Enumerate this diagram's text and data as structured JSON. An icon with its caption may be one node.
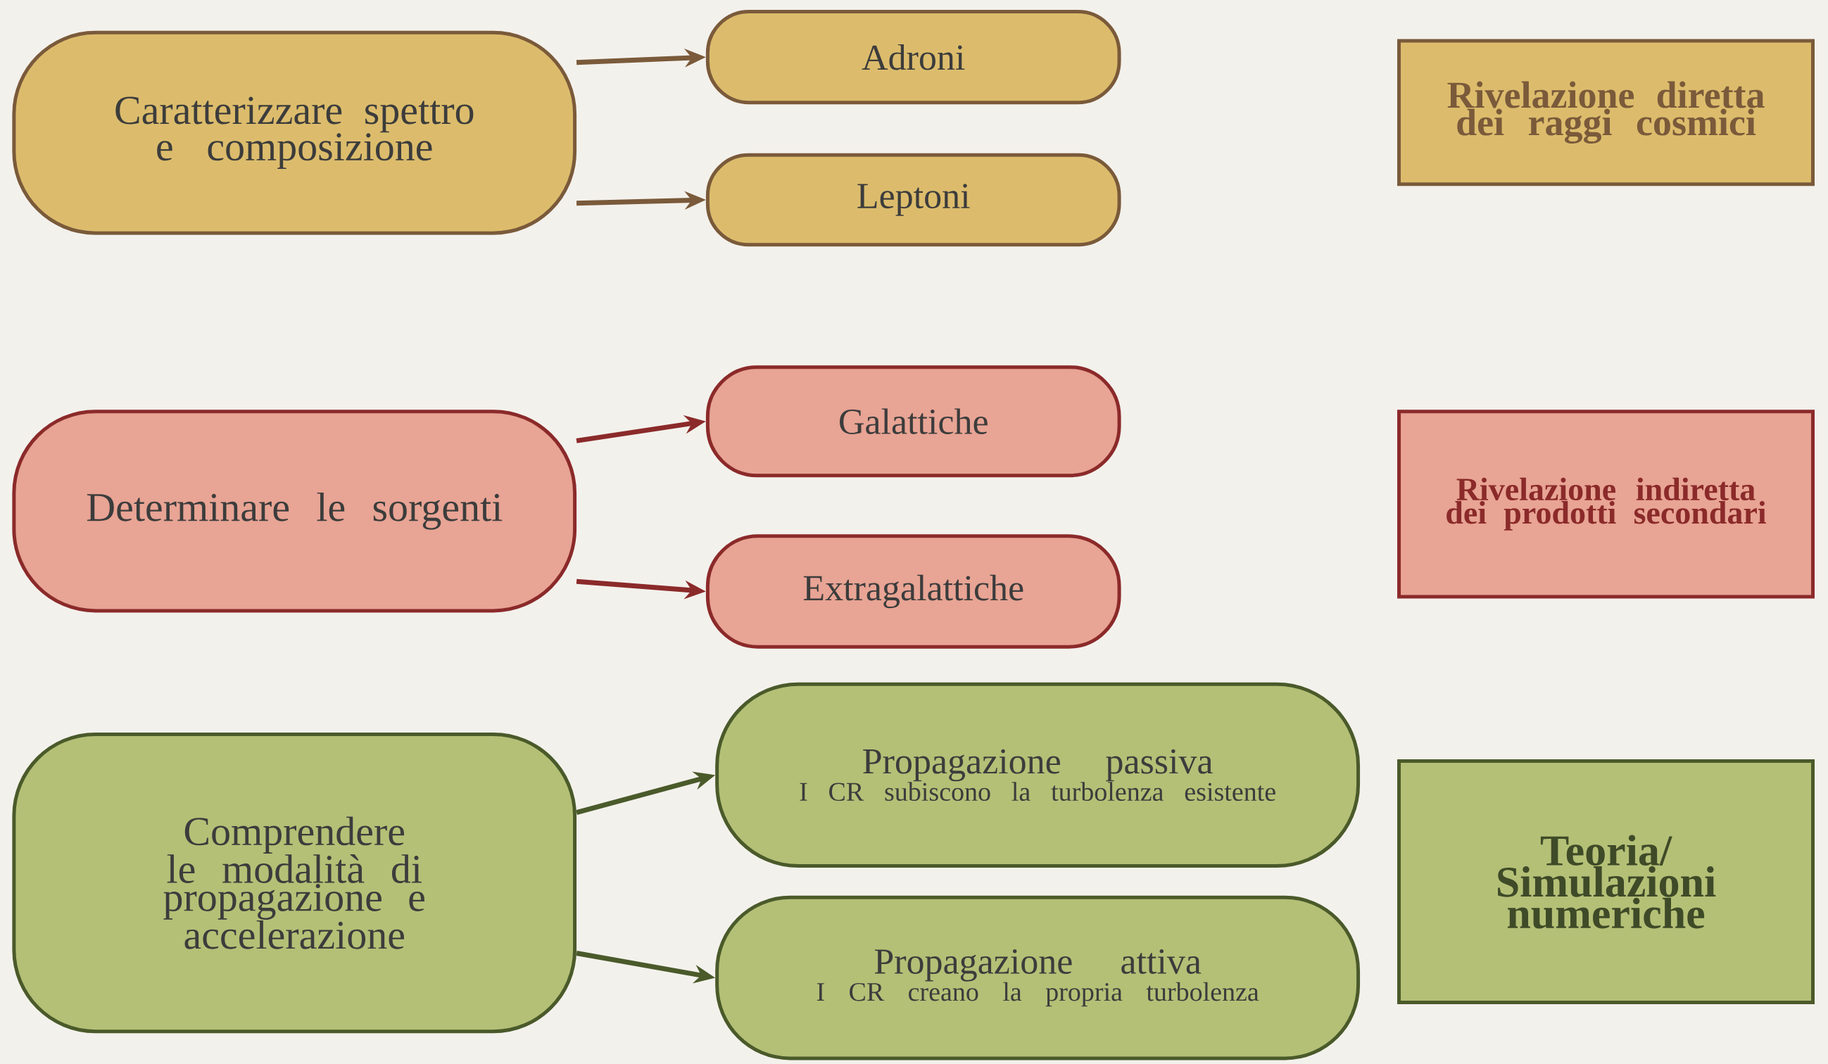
{
  "diagram": {
    "nodes": [
      {
        "text": [
          "Caratterizzare spettro e composizione"
        ]
      },
      {
        "text": [
          "Adroni"
        ]
      },
      {
        "text": [
          "Leptoni"
        ]
      },
      {
        "text": [
          "Rivelazione diretta dei raggi cosmici"
        ]
      },
      {
        "text": [
          "Determinare le sorgenti"
        ]
      },
      {
        "text": [
          "Galattiche"
        ]
      },
      {
        "text": [
          "Extragalattiche"
        ]
      },
      {
        "text": [
          "Rivelazione indiretta dei prodotti secondari"
        ]
      },
      {
        "text": [
          "Comprendere le modalità di propagazione e accelerazione"
        ]
      },
      {
        "text": [
          "Propagazione passiva",
          "I CR subiscono la turbolenza esistente"
        ]
      },
      {
        "text": [
          "Propagazione attiva",
          "I CR creano la propria turbolenza"
        ]
      },
      {
        "text": [
          "Teoria/ Simulazioni numeriche"
        ]
      }
    ],
    "edges": [
      {
        "from": 0,
        "to": 1,
        "arrow": "to",
        "color": "#7a5a3a"
      },
      {
        "from": 0,
        "to": 2,
        "arrow": "to",
        "color": "#7a5a3a"
      },
      {
        "from": 4,
        "to": 5,
        "arrow": "to",
        "color": "#8b2a2a"
      },
      {
        "from": 4,
        "to": 6,
        "arrow": "to",
        "color": "#8b2a2a"
      },
      {
        "from": 8,
        "to": 9,
        "arrow": "to",
        "color": "#4a5a2a"
      },
      {
        "from": 8,
        "to": 10,
        "arrow": "to",
        "color": "#4a5a2a"
      }
    ]
  }
}
